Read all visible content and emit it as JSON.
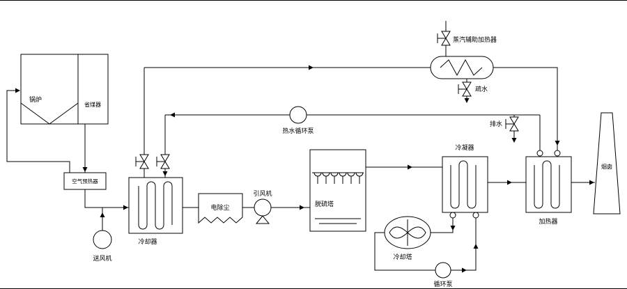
{
  "labels": {
    "boiler": "锅炉",
    "economizer": "省煤器",
    "air_preheater": "空气预热器",
    "forced_draft_fan": "送风机",
    "cooler": "冷却器",
    "electrostatic_precipitator": "电除尘",
    "induced_draft_fan": "引风机",
    "desulfurization_tower": "脱硫塔",
    "hot_water_circulation_pump": "热水循环泵",
    "steam_auxiliary_heater": "蒸汽辅助加热器",
    "steam_trap": "疏水",
    "drain": "排水",
    "condenser": "冷凝器",
    "heater": "加热器",
    "chimney": "烟囱",
    "cooling_tower": "冷却塔",
    "circulation_pump": "循环泵"
  },
  "colors": {
    "line": "#000000",
    "background": "#ffffff"
  }
}
